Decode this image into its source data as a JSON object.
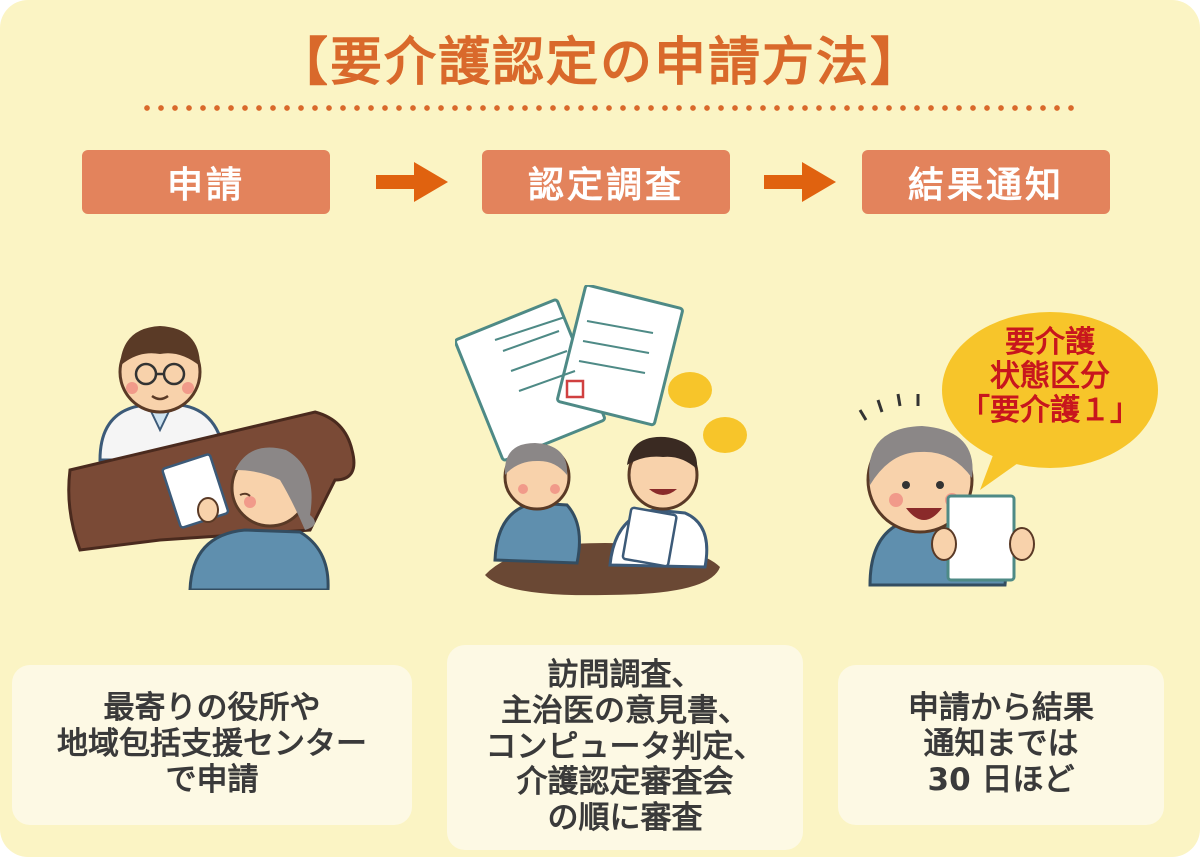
{
  "title": "【要介護認定の申請方法】",
  "steps": [
    {
      "label": "申請",
      "desc": [
        "最寄りの役所や",
        "地域包括支援センター",
        "で申請"
      ]
    },
    {
      "label": "認定調査",
      "desc": [
        "訪問調査、",
        "主治医の意見書、",
        "コンピュータ判定、",
        "介護認定審査会",
        "の順に審査"
      ]
    },
    {
      "label": "結果通知",
      "desc": [
        "申請から結果",
        "通知までは",
        "30 日ほど"
      ]
    }
  ],
  "bubble": [
    "要介護",
    "状態区分",
    "「要介護１」"
  ],
  "colors": {
    "background": "#fbf4c4",
    "accent": "#d9692b",
    "step_fill": "#e3835c",
    "arrow": "#e0620f",
    "box_fill": "#fdf9e4",
    "bubble": "#f7c52a",
    "bubble_text": "#c8161d"
  },
  "icons": [
    "arrow-right-icon",
    "arrow-right-icon",
    "speech-bubble-icon"
  ]
}
